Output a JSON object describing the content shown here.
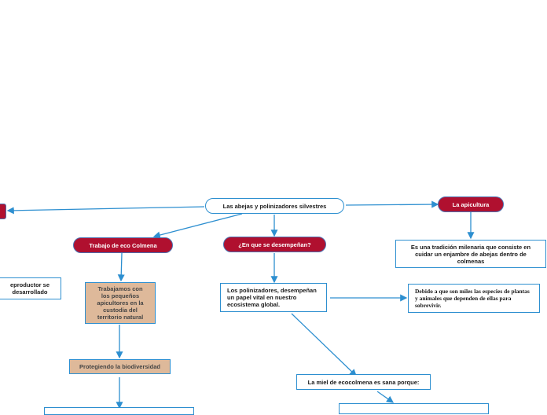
{
  "nodes": {
    "central": "Las abejas y polinizadores silvestres",
    "apicultura": "La apicultura",
    "apicultura_desc": "Es una tradición milenaria que consiste en cuidar un enjambre de abejas dentro de colmenas",
    "trabajo": "Trabajo de eco Colmena",
    "desempenan": "¿En que se desempeñan?",
    "partial_left": "eproductor se desarrollado",
    "trabajamos": "Trabajamos con los pequeños apicultores en la custodia del territorio natural",
    "protegiendo": "Protegiendo la biodiversidad",
    "polinizadores": "Los polinizadores, desempeñan un papel vital en nuestro ecosistema global.",
    "debido": "Debido a que son miles las especies de plantas y animales que dependen de ellas para sobrevivir.",
    "miel": "La miel de ecocolmena es sana porque:"
  },
  "colors": {
    "edge": "#2d8fd0",
    "accent_red": "#b0102f",
    "tan": "#deb99a"
  }
}
